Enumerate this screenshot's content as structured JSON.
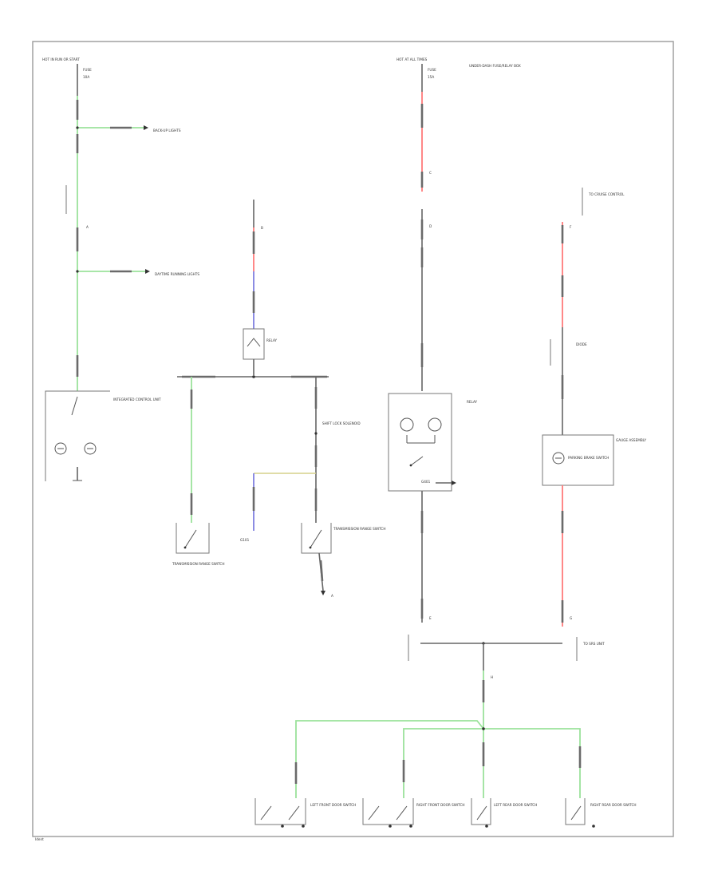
{
  "colors": {
    "frame": "#9a9a9a",
    "wire_black": "#666666",
    "wire_green": "#9be29b",
    "wire_red": "#ff7b7b",
    "wire_blue": "#7f7fe0",
    "wire_yellow": "#d6d08a",
    "background": "#ffffff"
  },
  "labels": {
    "hot_run_start": "HOT IN RUN OR START",
    "fuse_left": "FUSE",
    "fuse_left_amp": "10A",
    "hot_all_times": "HOT AT ALL TIMES",
    "fuse_right": "FUSE",
    "fuse_right_amp": "15A",
    "fuse_box_note": "UNDER-DASH FUSE/RELAY BOX",
    "left_junction_1": "BACK-UP LIGHTS",
    "left_junction_2": "DAYTIME RUNNING LIGHTS",
    "ignition_box": "INTEGRATED CONTROL UNIT",
    "center_relay": "RELAY",
    "center_box_left": "TRANSMISSION RANGE SWITCH",
    "center_box_right": "TRANSMISSION RANGE SWITCH",
    "center_splice_label": "SHIFT LOCK SOLENOID",
    "center_ground": "G101",
    "center_pin_a": "A",
    "center_pin_b": "B",
    "right_relay_box": "RELAY",
    "right_relay_ground": "G401",
    "right_top_note": "TO CRUISE CONTROL",
    "right_mid_note": "DIODE",
    "right_gauge_box": "GAUGE ASSEMBLY",
    "right_gauge_note": "PARKING BRAKE SWITCH",
    "right_bottom_note": "TO SRS UNIT",
    "bottom_sw_1": "LEFT FRONT DOOR SWITCH",
    "bottom_sw_2": "RIGHT FRONT DOOR SWITCH",
    "bottom_sw_3": "LEFT REAR DOOR SWITCH",
    "bottom_sw_4": "RIGHT REAR DOOR SWITCH",
    "watermark": "Ident"
  },
  "pins": [
    "A",
    "B",
    "C",
    "D",
    "E",
    "F",
    "G",
    "H"
  ]
}
